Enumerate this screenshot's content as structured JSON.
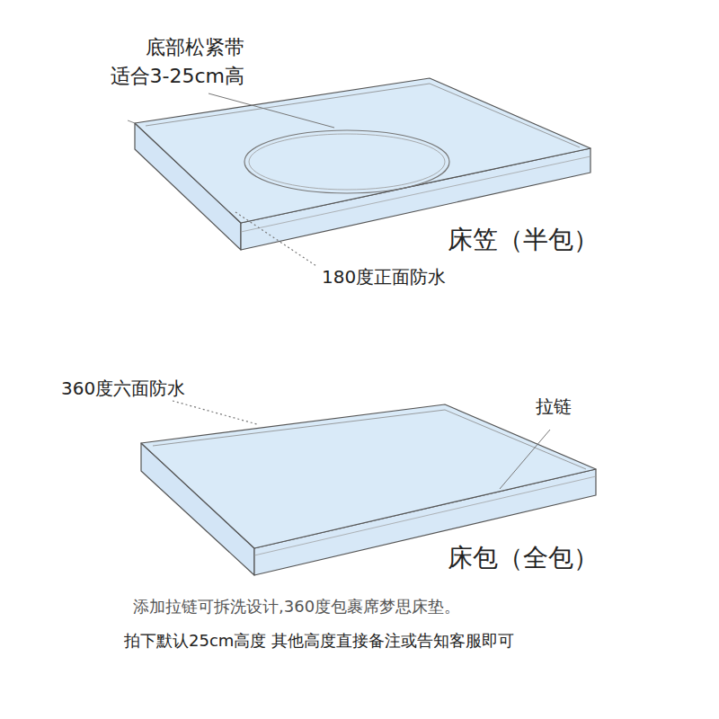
{
  "diagram": {
    "labels": [
      "底部松紧带",
      "适合3-25cm高",
      "床笠（半包）",
      "180度正面防水",
      "360度六面防水",
      "拉链",
      "床包（全包）",
      "添加拉链可拆洗设计,360度包裹席梦思床垫。",
      "拍下默认25cm高度 其他高度直接备注或告知客服即可"
    ]
  }
}
